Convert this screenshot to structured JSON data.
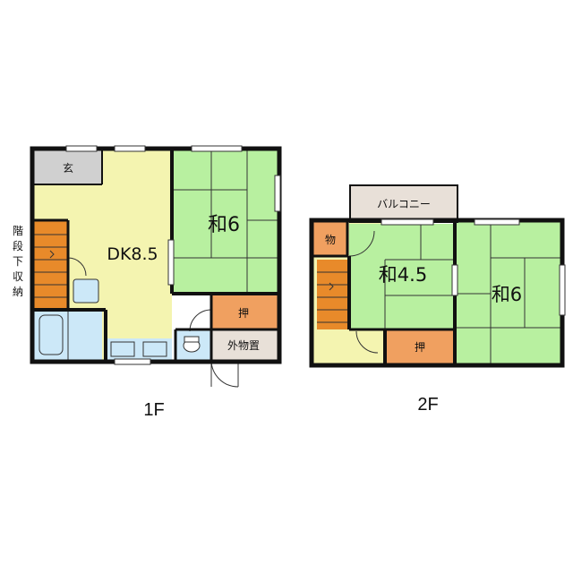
{
  "floor1": {
    "label": "1F",
    "rooms": {
      "genkan": "玄",
      "dk": "DK8.5",
      "washitsu": "和6",
      "closet": "押",
      "storage": "外物置",
      "stair_storage": [
        "階",
        "段",
        "下",
        "収",
        "納"
      ]
    }
  },
  "floor2": {
    "label": "2F",
    "rooms": {
      "balcony": "バルコニー",
      "storage": "物",
      "washitsu_a": "和4.5",
      "washitsu_b": "和6",
      "closet": "押"
    }
  },
  "colors": {
    "wall": "#111111",
    "tatami": "#b8f0a0",
    "dk_floor": "#f4f4b0",
    "closet": "#f0a060",
    "wet_area": "#cce8f8",
    "genkan": "#d0d0d0",
    "stairs": "#e88a2a",
    "storage": "#e8e0d8"
  }
}
